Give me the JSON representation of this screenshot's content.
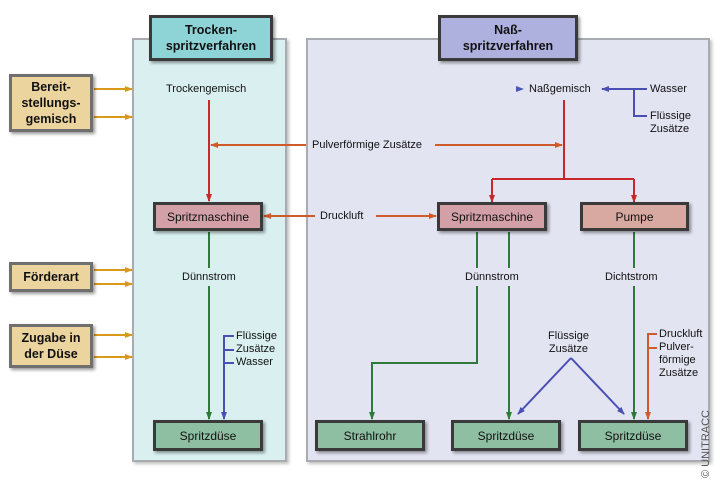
{
  "headers": {
    "dry": "Trocken-\nspritzverfahren",
    "wet": "Naß-\nspritzverfahren"
  },
  "sources": [
    {
      "id": "bereitstellung",
      "label": "Bereit-\nstellungs-\ngemisch"
    },
    {
      "id": "foerderart",
      "label": "Förderart"
    },
    {
      "id": "zugabe",
      "label": "Zugabe in\nder Düse"
    }
  ],
  "labels": {
    "trockengemisch": "Trockengemisch",
    "nassgemisch": "Naßgemisch",
    "wasser": "Wasser",
    "fluessige_zusaetze_top": "Flüssige\nZusätze",
    "pulverfoermige_zusaetze": "Pulverförmige Zusätze",
    "druckluft": "Druckluft",
    "duennstrom_dry": "Dünnstrom",
    "duennstrom_wet": "Dünnstrom",
    "dichtstrom": "Dichtstrom",
    "fluessige_zusaetze_wasser_dry": "Flüssige\nZusätze\nWasser",
    "fluessige_zusaetze_wet": "Flüssige\nZusätze",
    "druckluft_pulver_wet": "Druckluft\nPulver-\nförmige\nZusätze"
  },
  "machines": {
    "dry_spritzmaschine": "Spritzmaschine",
    "wet_spritzmaschine": "Spritzmaschine",
    "pumpe": "Pumpe"
  },
  "nozzles": {
    "dry_spritzduese": "Spritzdüse",
    "strahlrohr": "Strahlrohr",
    "wet_spritzduese_1": "Spritzdüse",
    "wet_spritzduese_2": "Spritzdüse"
  },
  "copyright": "© UNITRACC",
  "colors": {
    "orange_arrow": "#d99a1c",
    "red_flow": "#c8282a",
    "rust_flow": "#cf5a2a",
    "green_flow": "#2f7a3a",
    "blue_flow": "#4a4fb4",
    "teal_flow": "#3aa6b8"
  }
}
